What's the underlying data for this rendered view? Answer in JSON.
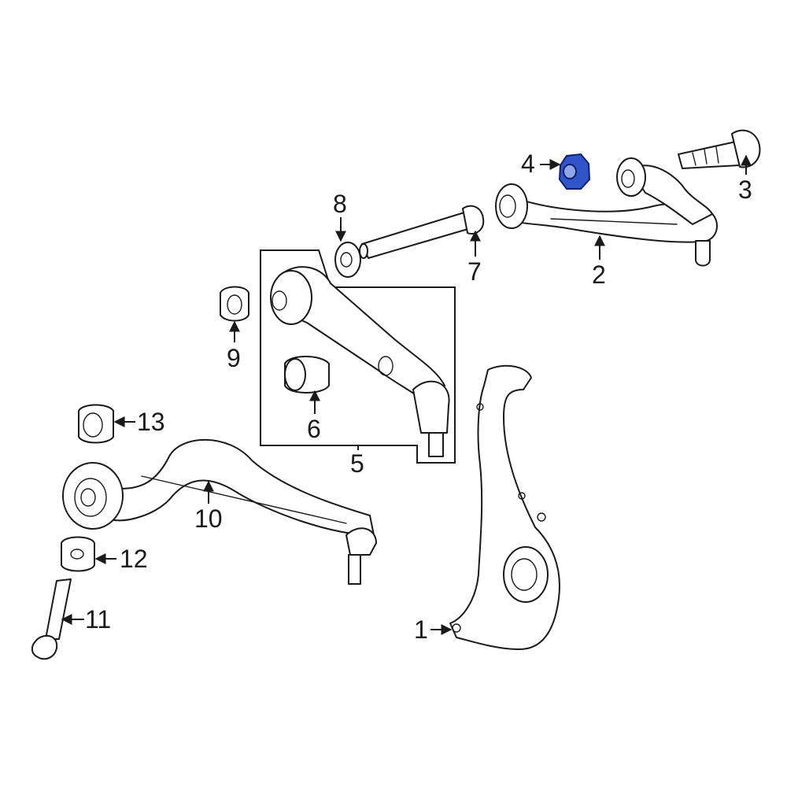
{
  "diagram": {
    "highlight_fill": "#2f55c8",
    "highlight_stroke": "#0f1f6e",
    "callouts": [
      {
        "id": "1",
        "label": "1"
      },
      {
        "id": "2",
        "label": "2"
      },
      {
        "id": "3",
        "label": "3"
      },
      {
        "id": "4",
        "label": "4",
        "highlighted": true
      },
      {
        "id": "5",
        "label": "5"
      },
      {
        "id": "6",
        "label": "6"
      },
      {
        "id": "7",
        "label": "7"
      },
      {
        "id": "8",
        "label": "8"
      },
      {
        "id": "9",
        "label": "9"
      },
      {
        "id": "10",
        "label": "10"
      },
      {
        "id": "11",
        "label": "11"
      },
      {
        "id": "12",
        "label": "12"
      },
      {
        "id": "13",
        "label": "13"
      }
    ]
  }
}
